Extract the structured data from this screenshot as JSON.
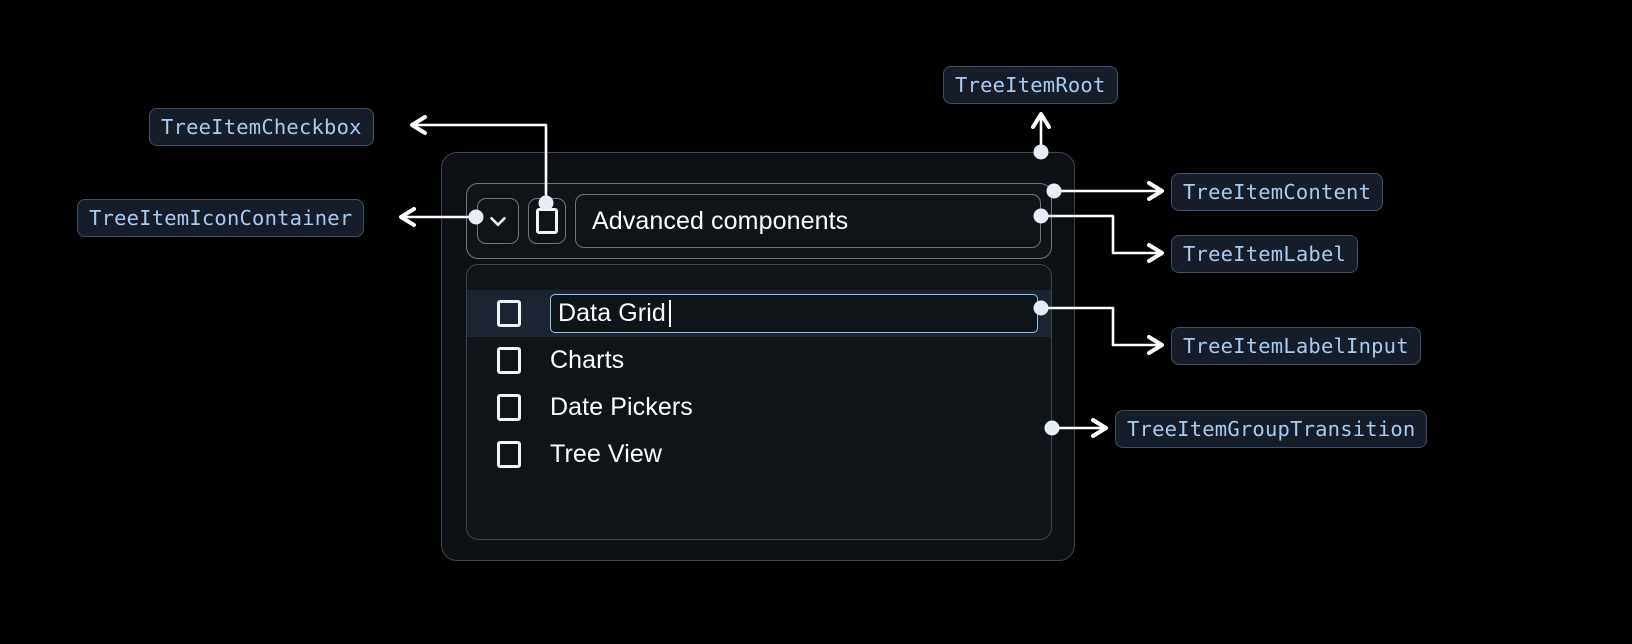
{
  "page": {
    "title": "TreeItem anatomy diagram",
    "background": "#000000",
    "accent": "#a9cbf0",
    "connector_color": "#ffffff"
  },
  "annotations": [
    {
      "key": "tree_item_checkbox",
      "label": "TreeItemCheckbox"
    },
    {
      "key": "tree_item_icon_container",
      "label": "TreeItemIconContainer"
    },
    {
      "key": "tree_item_root",
      "label": "TreeItemRoot"
    },
    {
      "key": "tree_item_content",
      "label": "TreeItemContent"
    },
    {
      "key": "tree_item_label",
      "label": "TreeItemLabel"
    },
    {
      "key": "tree_item_label_input",
      "label": "TreeItemLabelInput"
    },
    {
      "key": "tree_item_group_transition",
      "label": "TreeItemGroupTransition"
    }
  ],
  "component": {
    "header": {
      "expand_icon": "chevron-down-icon",
      "checkbox_checked": false,
      "label": "Advanced components"
    },
    "children": [
      {
        "label": "Data Grid",
        "checked": false,
        "editing": true,
        "selected": true
      },
      {
        "label": "Charts",
        "checked": false,
        "editing": false,
        "selected": false
      },
      {
        "label": "Date Pickers",
        "checked": false,
        "editing": false,
        "selected": false
      },
      {
        "label": "Tree View",
        "checked": false,
        "editing": false,
        "selected": false
      }
    ]
  }
}
